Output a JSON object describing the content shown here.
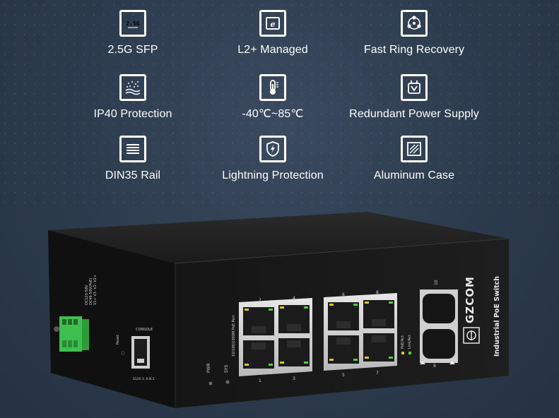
{
  "features": [
    {
      "label": "2.5G SFP",
      "icon": "sfp-icon",
      "icon_text": "2.5G"
    },
    {
      "label": "L2+ Managed",
      "icon": "browser-icon",
      "icon_text": "e"
    },
    {
      "label": "Fast Ring Recovery",
      "icon": "ring-network-icon"
    },
    {
      "label": "IP40 Protection",
      "icon": "dust-protection-icon"
    },
    {
      "label": "-40℃~85℃",
      "icon": "thermometer-icon"
    },
    {
      "label": "Redundant Power Supply",
      "icon": "power-supply-icon"
    },
    {
      "label": "DIN35 Rail",
      "icon": "din-rail-icon"
    },
    {
      "label": "Lightning Protection",
      "icon": "lightning-shield-icon"
    },
    {
      "label": "Aluminum Case",
      "icon": "aluminum-case-icon"
    }
  ],
  "device": {
    "brand": "GZCOM",
    "model_name": "Industrial PoE Switch",
    "port_group_label": "10/100/1000M PoE Port",
    "port_numbers_top": [
      "2",
      "4",
      "6",
      "8"
    ],
    "port_numbers_bottom": [
      "1",
      "3",
      "5",
      "7"
    ],
    "sfp_number": "10",
    "sfp_number_bottom": "9",
    "led_pwr": "PWR",
    "led_sys": "SYS",
    "console_label": "CONSOLE",
    "reset_label": "Reset",
    "power_spec_1": "DC12V-58V",
    "power_spec_2": "DC48-58V(PoE)",
    "power_terminal": "V1+ V1- V2- V2+",
    "legend_poe": "PoE/Act",
    "legend_link": "Link/Act",
    "serial_label": "S120 3 .R.N.1"
  },
  "colors": {
    "background": "#2c3a4d",
    "device_body": "#161616",
    "terminal_block": "#3fbf4f",
    "port_led_green": "#4ccf3a",
    "port_led_yellow": "#d9c531"
  }
}
